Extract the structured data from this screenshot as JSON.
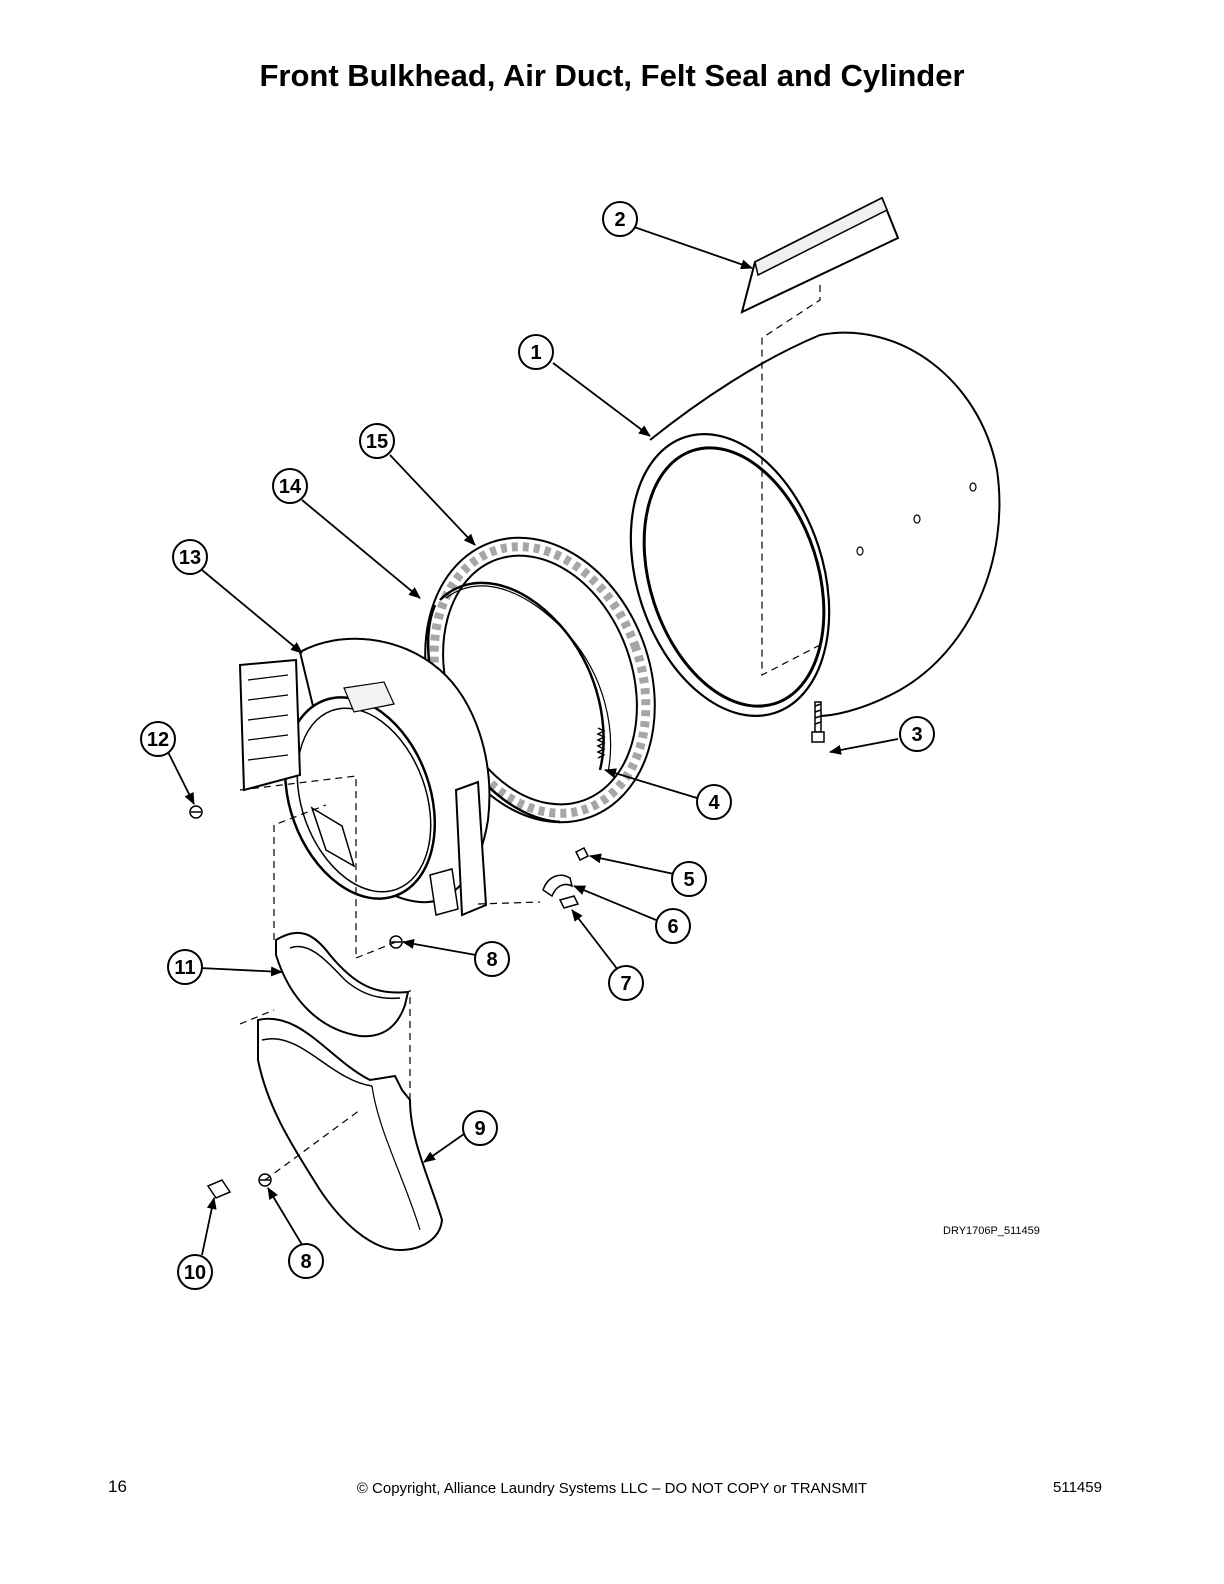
{
  "title": "Front Bulkhead, Air Duct, Felt Seal and Cylinder",
  "drawing_code": "DRY1706P_511459",
  "footer": {
    "page_number": "16",
    "copyright": "© Copyright, Alliance Laundry Systems LLC – DO NOT COPY or TRANSMIT",
    "doc_number": "511459"
  },
  "callouts": [
    {
      "id": "c1",
      "label": "1"
    },
    {
      "id": "c2",
      "label": "2"
    },
    {
      "id": "c3",
      "label": "3"
    },
    {
      "id": "c4",
      "label": "4"
    },
    {
      "id": "c5",
      "label": "5"
    },
    {
      "id": "c6",
      "label": "6"
    },
    {
      "id": "c7",
      "label": "7"
    },
    {
      "id": "c8a",
      "label": "8"
    },
    {
      "id": "c8b",
      "label": "8"
    },
    {
      "id": "c9",
      "label": "9"
    },
    {
      "id": "c10",
      "label": "10"
    },
    {
      "id": "c11",
      "label": "11"
    },
    {
      "id": "c12",
      "label": "12"
    },
    {
      "id": "c13",
      "label": "13"
    },
    {
      "id": "c14",
      "label": "14"
    },
    {
      "id": "c15",
      "label": "15"
    }
  ]
}
